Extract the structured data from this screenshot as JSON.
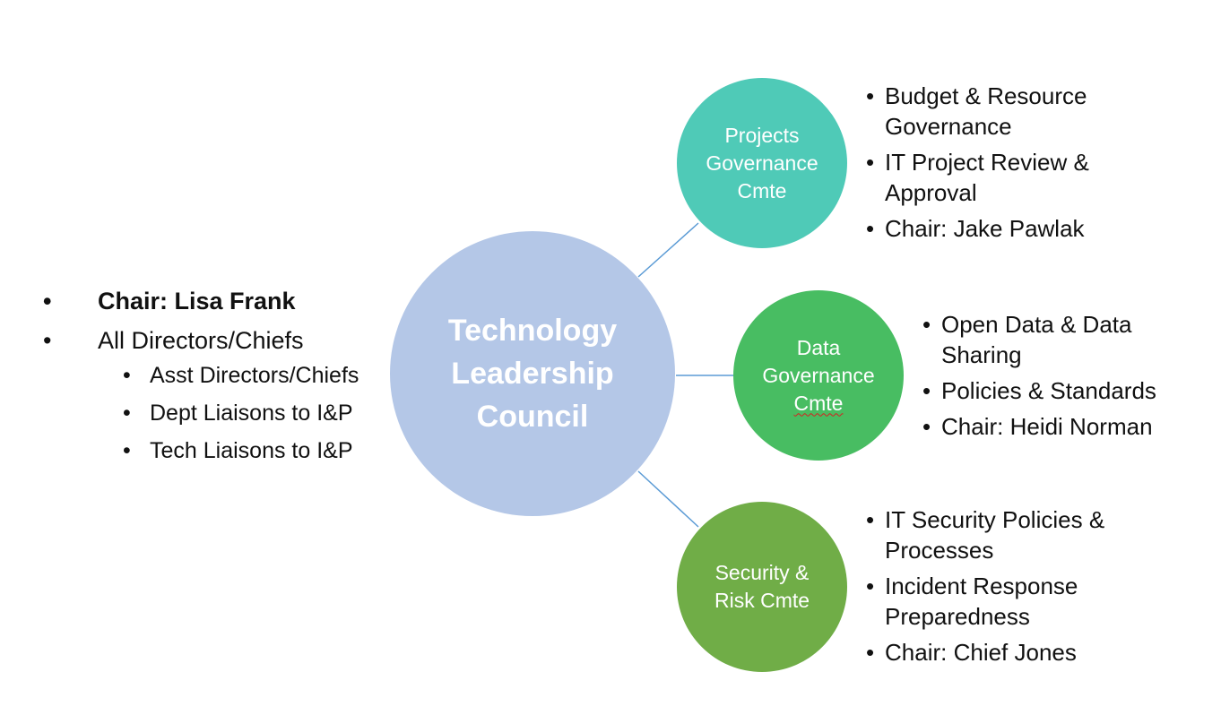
{
  "colors": {
    "center": "#b4c7e7",
    "projects": "#4fcab7",
    "data": "#48bd62",
    "security": "#70ad47",
    "connector": "#5b9bd5"
  },
  "center": {
    "lines": [
      "Technology",
      "Leadership",
      "Council"
    ]
  },
  "left": {
    "chair": "Chair: Lisa Frank",
    "members": "All Directors/Chiefs",
    "sub": [
      "Asst Directors/Chiefs",
      "Dept Liaisons to I&P",
      "Tech Liaisons to I&P"
    ]
  },
  "committees": {
    "projects": {
      "lines": [
        "Projects",
        "Governance",
        "Cmte"
      ],
      "bullets": [
        "Budget & Resource Governance",
        "IT Project Review & Approval"
      ],
      "chair_prefix": "Chair: ",
      "chair_name": "Jake Pawlak"
    },
    "data": {
      "lines": [
        "Data",
        "Governance",
        "Cmte"
      ],
      "bullets": [
        "Open Data & Data Sharing",
        "Policies & Standards"
      ],
      "chair_prefix": "Chair: ",
      "chair_name": "Heidi Norman"
    },
    "security": {
      "lines": [
        "Security &",
        "Risk Cmte"
      ],
      "bullets": [
        "IT Security Policies & Processes",
        "Incident Response Preparedness"
      ],
      "chair_prefix": "Chair: ",
      "chair_name": "Chief Jones"
    }
  }
}
